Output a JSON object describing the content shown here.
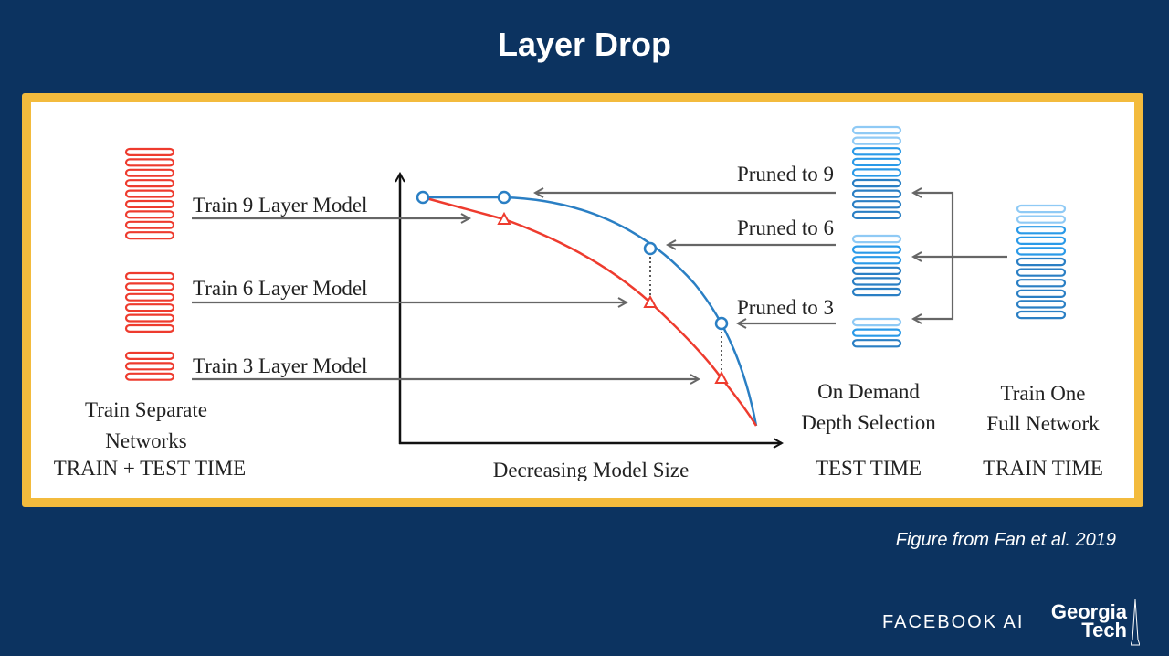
{
  "slide": {
    "title": "Layer Drop",
    "caption": "Figure from Fan et al. 2019"
  },
  "logos": {
    "facebook": "FACEBOOK AI",
    "georgia_tech": [
      "Georgia",
      "Tech"
    ]
  },
  "diagram": {
    "train_labels": [
      "Train 9 Layer Model",
      "Train 6 Layer Model",
      "Train 3 Layer Model"
    ],
    "pruned_labels": [
      "Pruned to 9",
      "Pruned to 6",
      "Pruned to 3"
    ],
    "left_caption": [
      "Train Separate",
      "Networks",
      "TRAIN + TEST TIME"
    ],
    "x_axis_label": "Decreasing Model Size",
    "middle_caption": [
      "On Demand",
      "Depth Selection",
      "TEST TIME"
    ],
    "right_caption": [
      "Train One",
      "Full Network",
      "TRAIN TIME"
    ],
    "separate_layer_counts": [
      9,
      6,
      3
    ],
    "pruned_layer_counts": [
      9,
      6,
      3
    ],
    "full_layer_count": 11,
    "colors": {
      "separate": "#ee3b2e",
      "layerdrop": "#2a7fc4",
      "arrow": "#666666"
    }
  }
}
